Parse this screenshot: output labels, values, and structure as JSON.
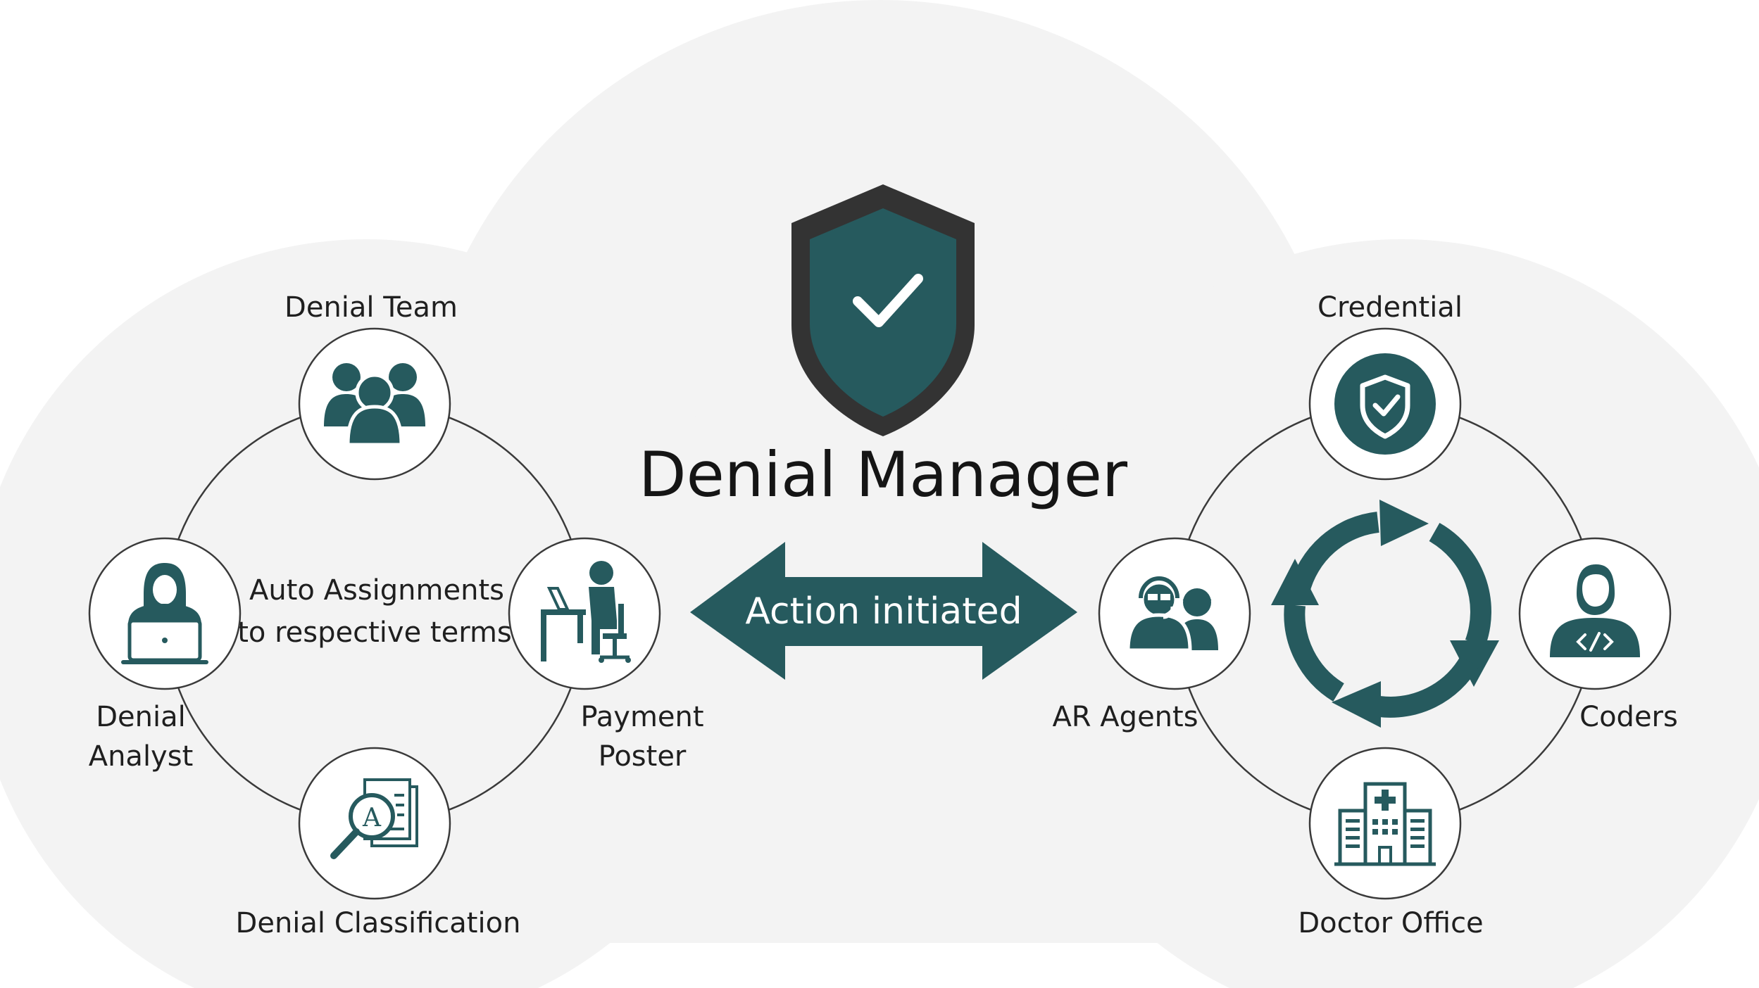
{
  "title": "Denial Manager",
  "center_arrow_label": "Action initiated",
  "left_cluster": {
    "center_text_line1": "Auto Assignments",
    "center_text_line2": "to respective terms",
    "nodes": {
      "top": {
        "label": "Denial Team",
        "icon": "team-icon"
      },
      "left": {
        "label_line1": "Denial",
        "label_line2": "Analyst",
        "icon": "analyst-laptop-icon"
      },
      "right": {
        "label_line1": "Payment",
        "label_line2": "Poster",
        "icon": "desk-worker-icon"
      },
      "bottom": {
        "label": "Denial Classification",
        "icon": "document-magnifier-icon"
      }
    }
  },
  "right_cluster": {
    "center_icon": "cycle-arrows-icon",
    "nodes": {
      "top": {
        "label": "Credential",
        "icon": "shield-check-icon"
      },
      "left": {
        "label": "AR Agents",
        "icon": "headset-agents-icon"
      },
      "right": {
        "label": "Coders",
        "icon": "coder-icon"
      },
      "bottom": {
        "label": "Doctor Office",
        "icon": "hospital-icon"
      }
    }
  },
  "colors": {
    "accent": "#265a5e",
    "shield_outline": "#333333",
    "cloud": "#f3f3f3",
    "line": "#3a3a3a"
  }
}
